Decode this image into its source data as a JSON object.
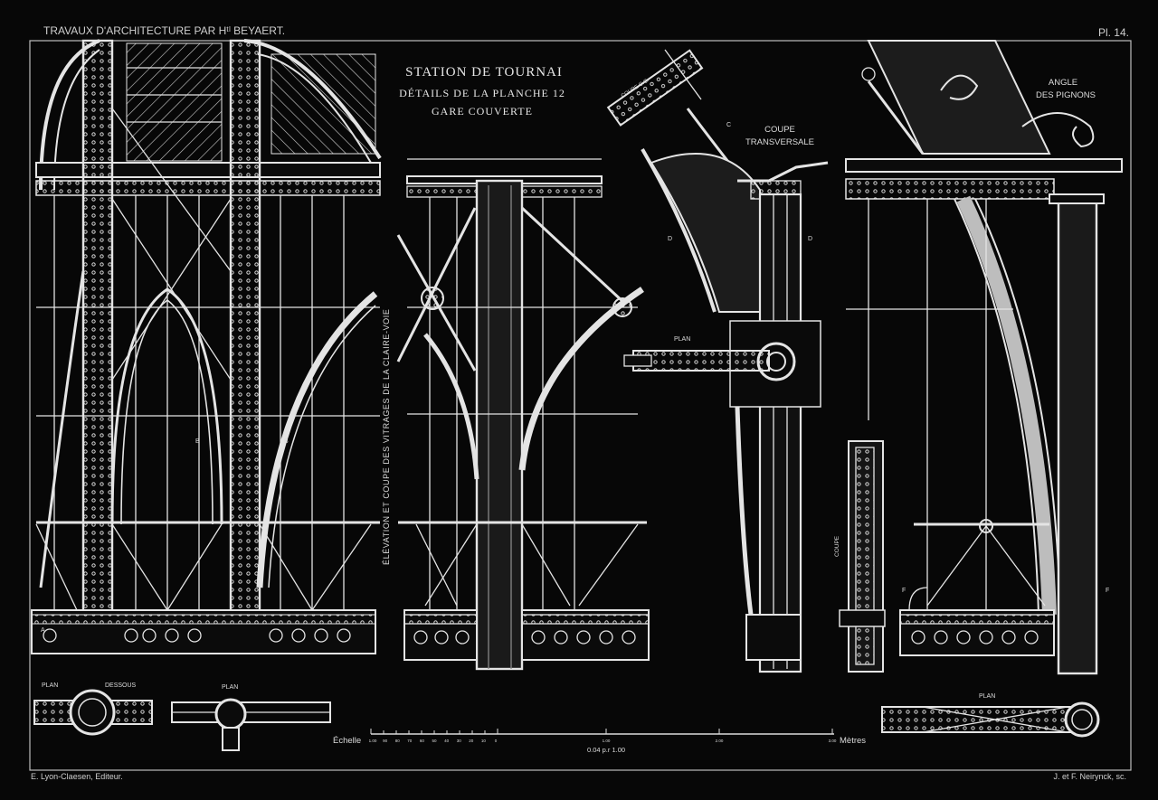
{
  "header": {
    "left": "TRAVAUX D'ARCHITECTURE PAR Hᵗˡ BEYAERT.",
    "right": "Pl. 14."
  },
  "title": {
    "line1": "STATION DE TOURNAI",
    "line2": "DÉTAILS DE LA PLANCHE 12",
    "line3": "GARE COUVERTE"
  },
  "vertical_caption": "ÉLÉVATION ET COUPE DES VITRAGES DE LA CLAIRE-VOIE",
  "labels": {
    "coupe_cc": "COUPE C.C.",
    "coupe_transversale_1": "COUPE",
    "coupe_transversale_2": "TRANSVERSALE",
    "angle_1": "ANGLE",
    "angle_2": "DES PIGNONS",
    "plan_center": "PLAN",
    "plan_left": "PLAN",
    "dessous": "DESSOUS",
    "plan_mid": "PLAN",
    "plan_right": "PLAN",
    "coupe_vertical": "COUPE",
    "letter_b": "B",
    "letter_c": "C",
    "letter_d": "D",
    "letter_f": "F",
    "letter_a": "A"
  },
  "scale": {
    "label_left": "Échelle",
    "label_right": "Mètres",
    "ratio": "0.04 p.r 1.00",
    "ticks_small": [
      "1.00",
      "90",
      "80",
      "70",
      "60",
      "50",
      "40",
      "30",
      "20",
      "10",
      "0"
    ],
    "ticks_large": [
      "1.00",
      "2.00",
      "3.00"
    ]
  },
  "footer": {
    "left": "E. Lyon-Claesen, Editeur.",
    "right": "J. et F. Neirynck, sc."
  }
}
